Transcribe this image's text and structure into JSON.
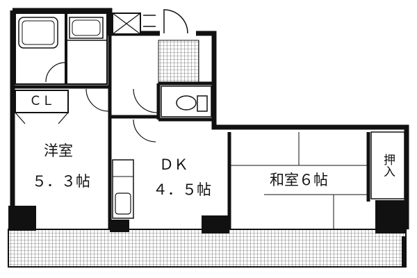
{
  "floor_plan": {
    "rooms": [
      {
        "id": "western",
        "name": "洋室",
        "size": "５．３帖"
      },
      {
        "id": "dk",
        "name": "ＤＫ",
        "size": "４．５帖"
      },
      {
        "id": "japanese",
        "name": "和室６帖"
      }
    ],
    "storage": {
      "closet": "ＣＬ",
      "oshiire": "押入"
    }
  },
  "colors": {
    "wall": "#111111",
    "floor": "#ffffff",
    "grid": "#333333"
  }
}
